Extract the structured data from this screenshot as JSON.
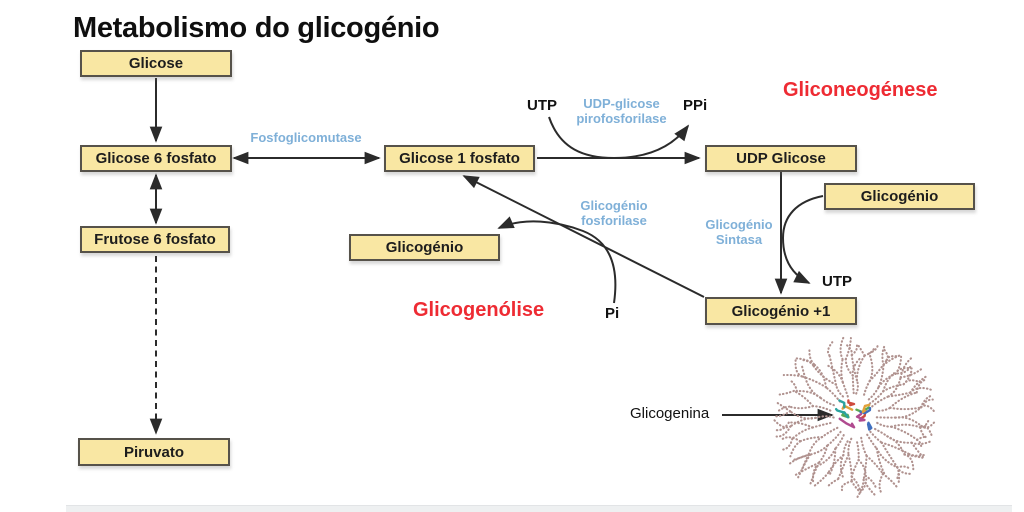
{
  "title": "Metabolismo do glicogénio",
  "nodes": {
    "glicose": "Glicose",
    "glicose6p": "Glicose 6 fosfato",
    "frutose6p": "Frutose 6 fosfato",
    "piruvato": "Piruvato",
    "glicose1p": "Glicose 1 fosfato",
    "udp_glicose": "UDP Glicose",
    "glicogenio_left": "Glicogénio",
    "glicogenio_right": "Glicogénio",
    "glicogenio_plus1": "Glicogénio +1"
  },
  "enzymes": {
    "fosfoglicomutase": "Fosfoglicomutase",
    "udp_pirofosforilase": [
      "UDP-glicose",
      "pirofosforilase"
    ],
    "glicogenio_fosforilase": [
      "Glicogénio",
      "fosforilase"
    ],
    "glicogenio_sintasa": [
      "Glicogénio",
      "Sintasa"
    ]
  },
  "pathways": {
    "gliconeogenese": "Gliconeogénese",
    "glicogenolise": "Glicogenólise"
  },
  "metabolites": {
    "utp_top": "UTP",
    "ppi": "PPi",
    "pi": "Pi",
    "utp_right": "UTP"
  },
  "granule": {
    "label": "Glicogenina",
    "core_colors": [
      "#cf4a3d",
      "#58a953",
      "#3f6fbe",
      "#e2a13a",
      "#2aa3a0",
      "#b04a8f"
    ]
  },
  "colors": {
    "box_fill": "#f9e7a3",
    "box_border": "#56524a",
    "enzyme_blue": "#7fb0d8",
    "pathway_red": "#ee2b33",
    "line": "#2b2b2b",
    "granule_strand": "#b0928f"
  }
}
